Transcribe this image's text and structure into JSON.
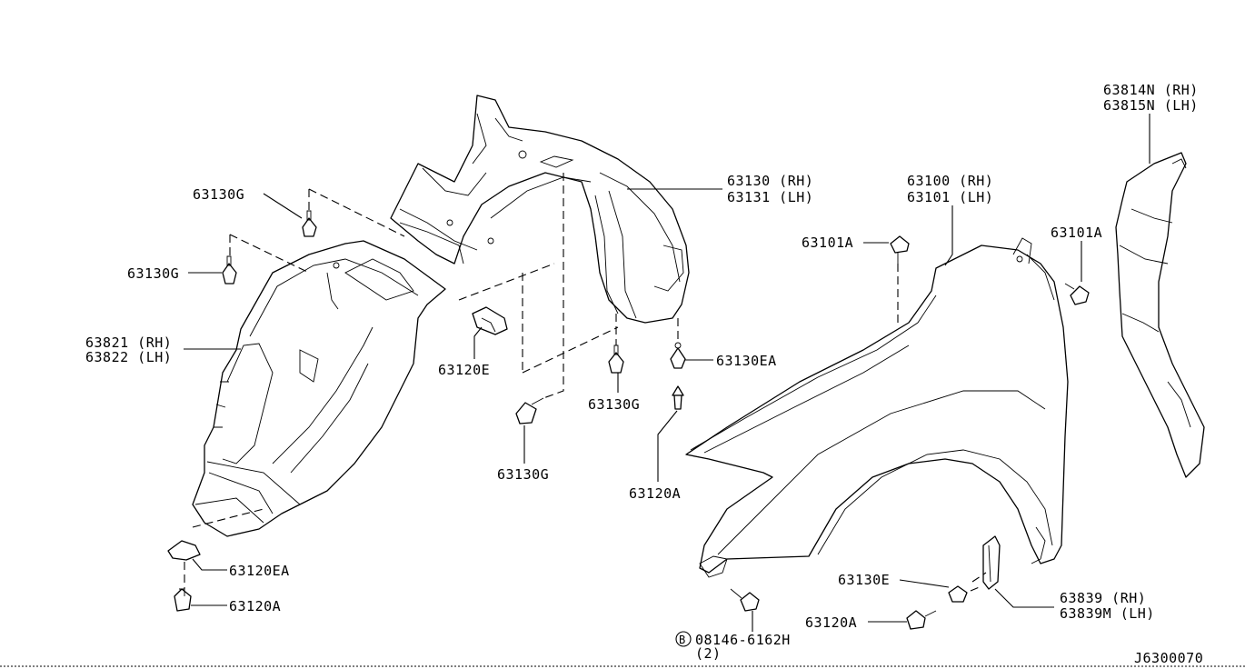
{
  "diagram_id": "J6300070",
  "labels": {
    "l_63130g_a": "63130G",
    "l_63130g_b": "63130G",
    "l_63821": "63821 (RH)",
    "l_63822": "63822 (LH)",
    "l_63120e": "63120E",
    "l_63130g_c": "63130G",
    "l_63130g_d": "63130G",
    "l_63130ea": "63130EA",
    "l_63120a_a": "63120A",
    "l_63120ea": "63120EA",
    "l_63120a_b": "63120A",
    "l_63130": "63130 (RH)",
    "l_63131": "63131 (LH)",
    "l_63100": "63100 (RH)",
    "l_63101": "63101 (LH)",
    "l_63101a_a": "63101A",
    "l_63101a_b": "63101A",
    "l_63814n": "63814N (RH)",
    "l_63815n": "63815N (LH)",
    "l_63130e": "63130E",
    "l_63120a_c": "63120A",
    "l_63839": "63839  (RH)",
    "l_63839m": "63839M (LH)",
    "l_bolt_circle": "B",
    "l_bolt": "08146-6162H",
    "l_bolt_qty": "(2)"
  }
}
